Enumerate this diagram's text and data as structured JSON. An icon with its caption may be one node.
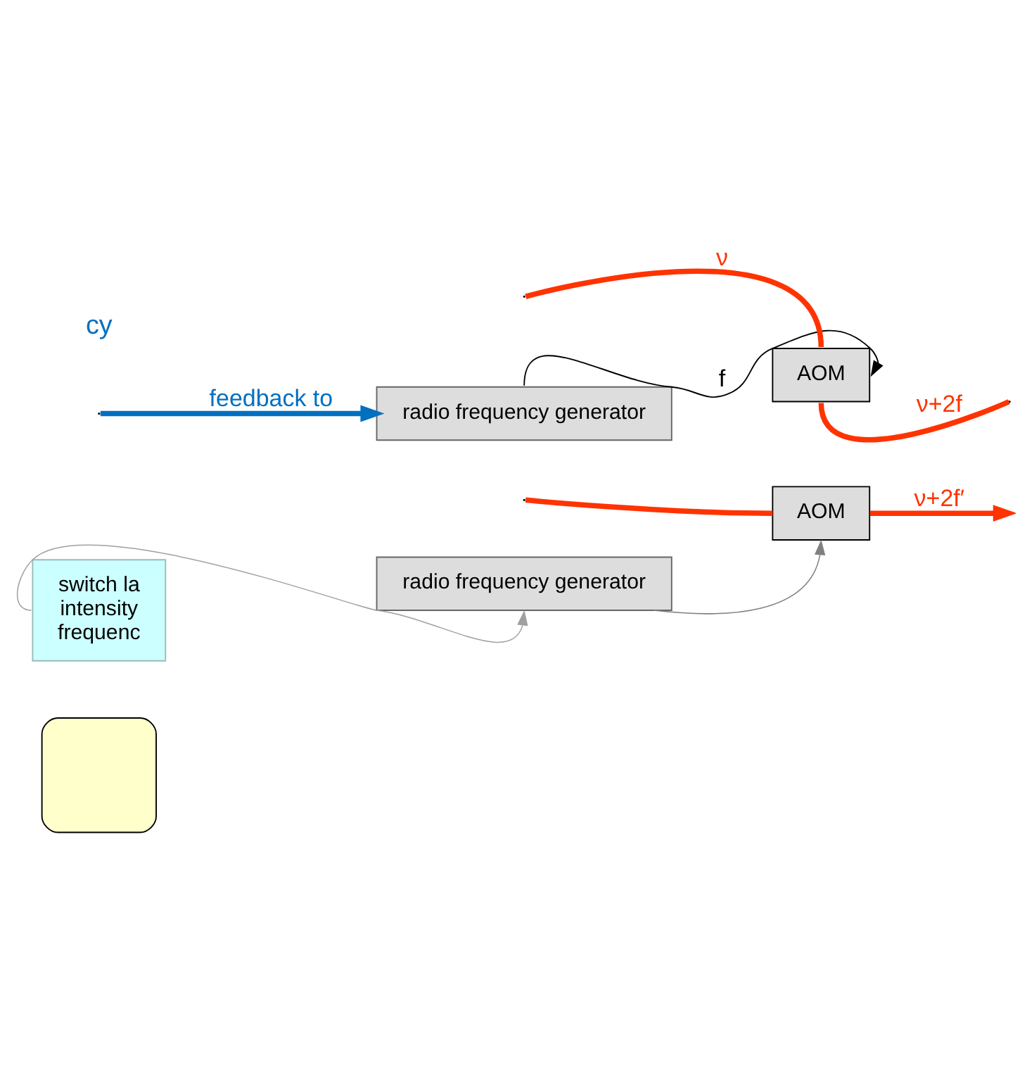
{
  "diagram": {
    "nodes": [
      {
        "text": [],
        "shape": "box"
      },
      {
        "text": [
          "AOM"
        ]
      },
      {
        "text": [
          "radio frequency generator"
        ]
      },
      {
        "text": [
          "switch la",
          "intensity",
          "frequenc"
        ]
      },
      {
        "text": [
          "AOM"
        ]
      },
      {
        "text": [
          "radio frequency generator"
        ]
      }
    ],
    "edges": [
      {
        "from": null,
        "to": 1,
        "arrow": "none",
        "color": "#ff3300"
      },
      {
        "from": null,
        "to": 4,
        "arrow": "none",
        "label": "ν",
        "color": "#ff3300"
      },
      {
        "from": 1,
        "to": null,
        "arrow": "to",
        "label": "ν+2f′",
        "color": "#ff3300"
      },
      {
        "from": 2,
        "to": 1,
        "arrow": "to",
        "color": "#808080"
      },
      {
        "from": 5,
        "to": 4,
        "arrow": "to",
        "label": "f",
        "color": "#000000"
      },
      {
        "from": 4,
        "to": null,
        "arrow": "none",
        "label": "ν+2f",
        "color": "#ff3300"
      },
      {
        "from": 3,
        "to": 2,
        "arrow": "to",
        "color": "#a0a0a0"
      },
      {
        "from": null,
        "to": 5,
        "arrow": "to",
        "label": "feedback to",
        "color": "#0070c0"
      }
    ],
    "labels": [
      "cy"
    ]
  }
}
